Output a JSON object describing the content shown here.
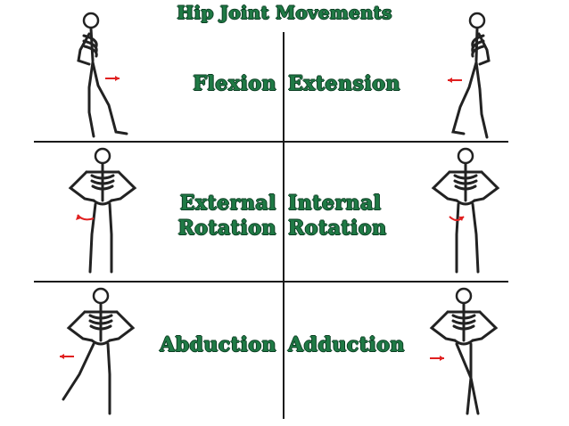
{
  "title": "Hip Joint Movements",
  "colors": {
    "label_green": "#1f7a45",
    "arrow_red": "#e02020"
  },
  "cells": [
    {
      "label": "Flexion",
      "icon": "skeleton-side-view-icon"
    },
    {
      "label": "Extension",
      "icon": "skeleton-side-view-icon"
    },
    {
      "label_line1": "External",
      "label_line2": "Rotation",
      "icon": "skeleton-front-view-icon"
    },
    {
      "label_line1": "Internal",
      "label_line2": "Rotation",
      "icon": "skeleton-front-view-icon"
    },
    {
      "label": "Abduction",
      "icon": "skeleton-front-view-icon"
    },
    {
      "label": "Adduction",
      "icon": "skeleton-front-view-icon"
    }
  ]
}
